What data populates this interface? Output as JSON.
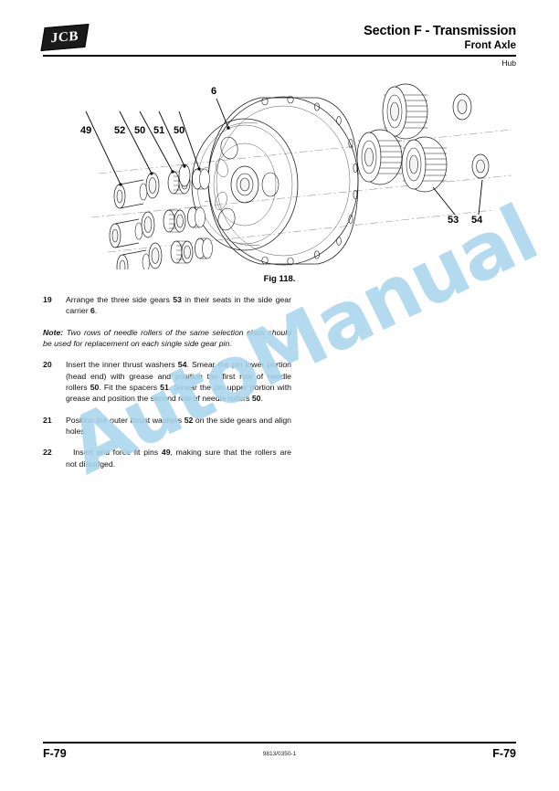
{
  "header": {
    "logo_text": "JCB",
    "title": "Section F - Transmission",
    "subtitle": "Front Axle",
    "section_label": "Hub"
  },
  "figure": {
    "caption": "Fig 118.",
    "callouts": [
      {
        "id": "c49",
        "label": "49"
      },
      {
        "id": "c52",
        "label": "52"
      },
      {
        "id": "c50a",
        "label": "50"
      },
      {
        "id": "c51",
        "label": "51"
      },
      {
        "id": "c50b",
        "label": "50"
      },
      {
        "id": "c6",
        "label": "6"
      },
      {
        "id": "c53",
        "label": "53"
      },
      {
        "id": "c54",
        "label": "54"
      }
    ]
  },
  "body": {
    "step19_num": "19",
    "step19_text": "Arrange the three side gears 53 in their seats in the side gear carrier 6.",
    "note_label": "Note:",
    "note_text": "Two rows of needle rollers of the same selection class should be used for replacement on each single side gear pin.",
    "step20_num": "20",
    "step20_text": "Insert the inner thrust washers 54. Smear the pin lower portion (head end) with grease and position the first row of needle rollers 50. Fit the spacers 51. Smear the pin upper portion with grease and position the second row of needle rollers 50.",
    "step21_num": "21",
    "step21_text": "Position the outer thrust washers 52 on the side gears and align holes.",
    "step22_num": "22",
    "step22_text": "Insert and force fit pins 49, making sure that the rollers are not dislodged."
  },
  "watermark": {
    "text": "AutoManual",
    "color": "#a9d5ec"
  },
  "footer": {
    "page_left": "F-79",
    "doc_number": "9813/0350-1",
    "page_right": "F-79"
  }
}
